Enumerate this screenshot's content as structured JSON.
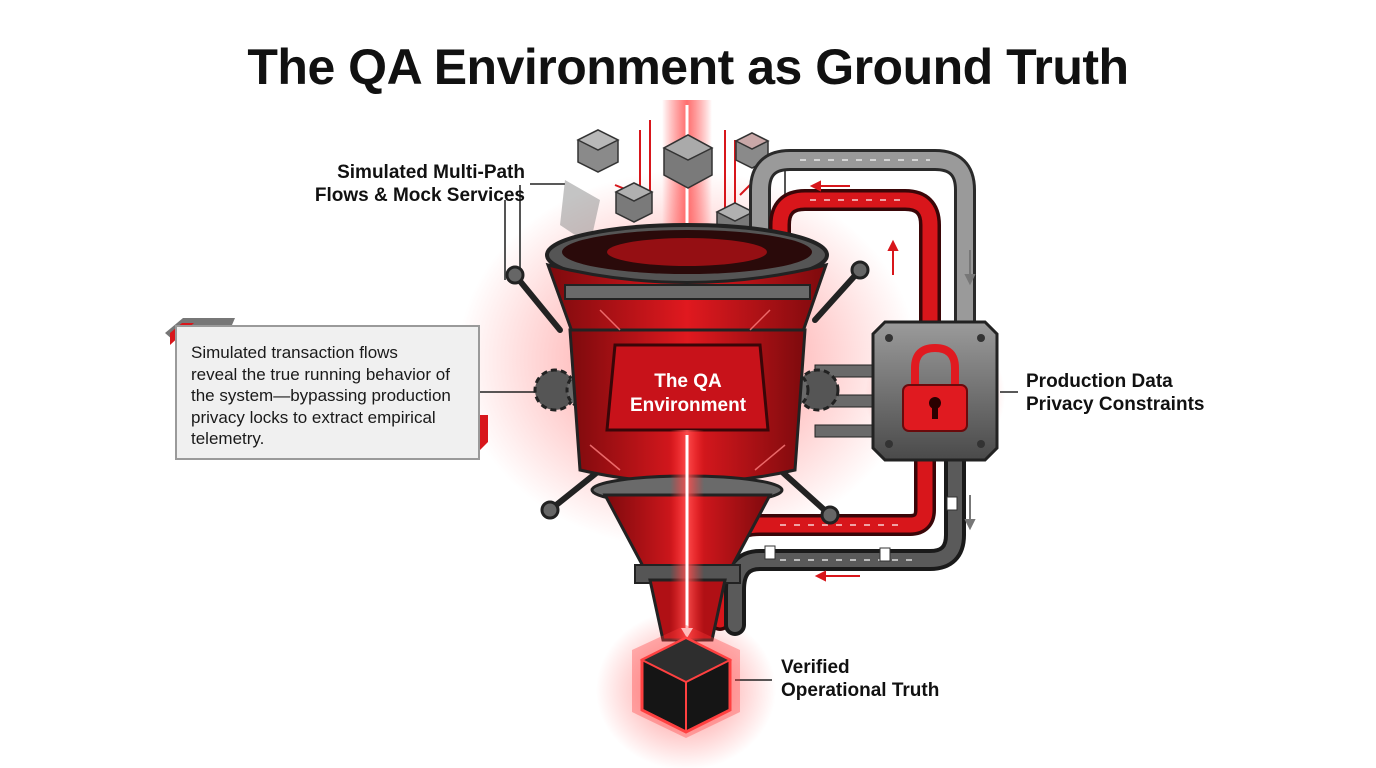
{
  "title": "The QA Environment as Ground Truth",
  "core": {
    "line1": "The QA",
    "line2": "Environment"
  },
  "labels": {
    "simulated": {
      "line1": "Simulated Multi-Path",
      "line2": "Flows & Mock Services"
    },
    "privacy": {
      "line1": "Production Data",
      "line2": "Privacy Constraints"
    },
    "truth": {
      "line1": "Verified",
      "line2": "Operational Truth"
    }
  },
  "callout": {
    "lines": [
      "Simulated transaction flows",
      "reveal the true running behavior of",
      "the system—bypassing production",
      "privacy locks to extract empirical",
      "telemetry."
    ]
  },
  "icons": [
    "data-cube-icon",
    "gear-icon",
    "padlock-icon",
    "file-icon",
    "black-cube-icon"
  ],
  "colors": {
    "accent": "#d8161b",
    "dark_red": "#8e0c10",
    "steel": "#6e6e6e",
    "ink": "#111111"
  }
}
